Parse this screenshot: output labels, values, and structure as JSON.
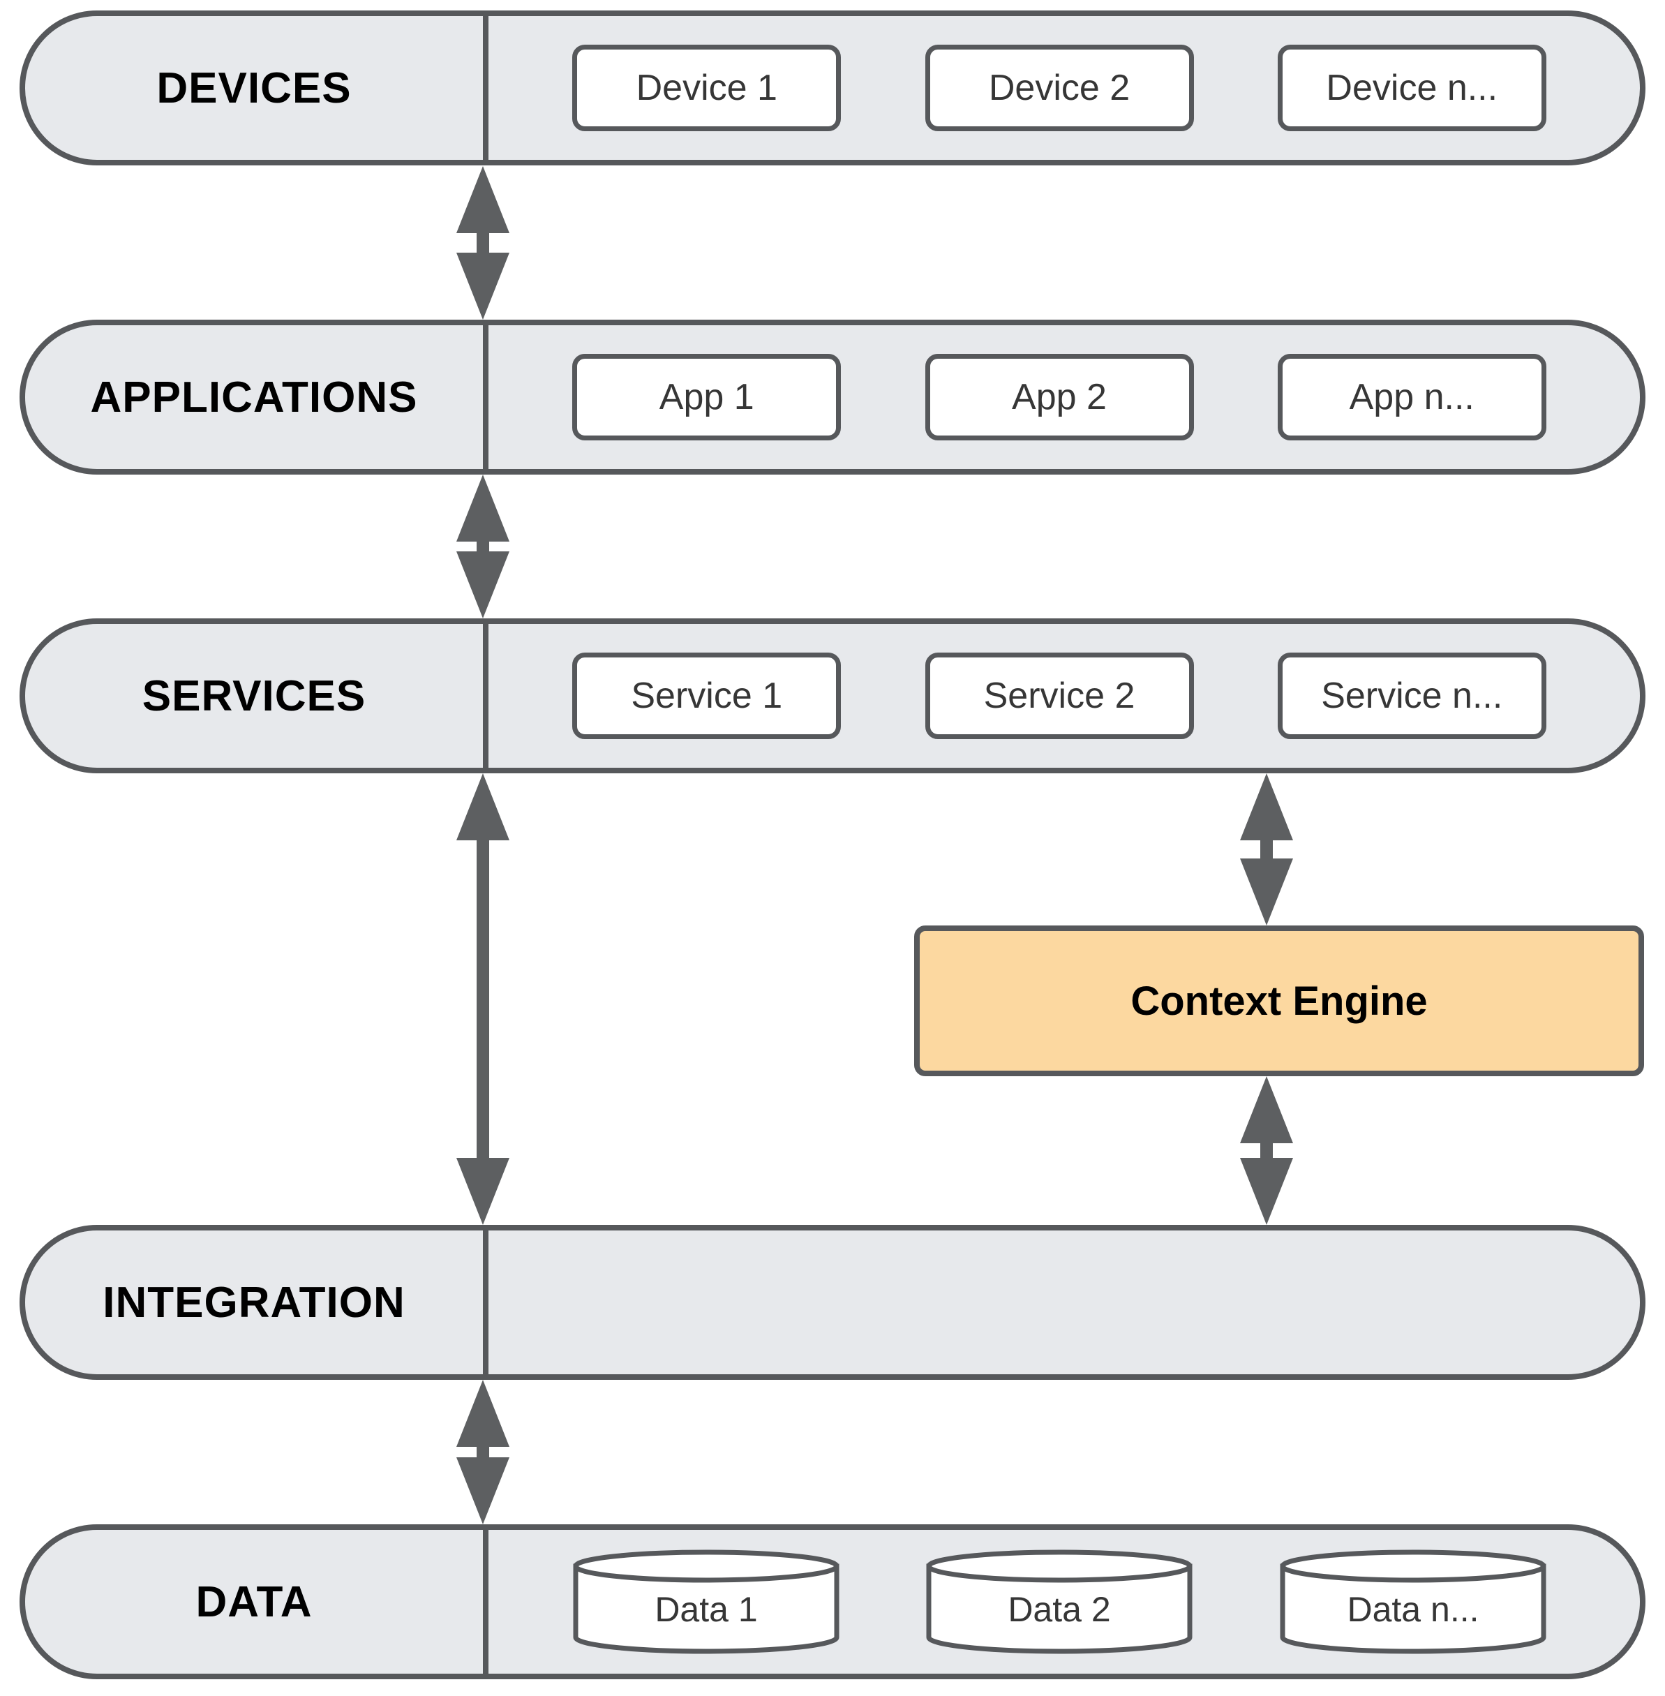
{
  "layers": [
    {
      "id": "devices",
      "label": "DEVICES",
      "items": [
        "Device 1",
        "Device 2",
        "Device n..."
      ]
    },
    {
      "id": "applications",
      "label": "APPLICATIONS",
      "items": [
        "App 1",
        "App 2",
        "App n..."
      ]
    },
    {
      "id": "services",
      "label": "SERVICES",
      "items": [
        "Service 1",
        "Service 2",
        "Service n..."
      ]
    },
    {
      "id": "integration",
      "label": "INTEGRATION",
      "items": []
    },
    {
      "id": "data",
      "label": "DATA",
      "items": [
        "Data 1",
        "Data 2",
        "Data n..."
      ]
    }
  ],
  "context_engine": {
    "label": "Context Engine"
  },
  "connections": [
    {
      "from": "DEVICES",
      "to": "APPLICATIONS",
      "type": "bidirectional"
    },
    {
      "from": "APPLICATIONS",
      "to": "SERVICES",
      "type": "bidirectional"
    },
    {
      "from": "SERVICES",
      "to": "INTEGRATION",
      "type": "bidirectional"
    },
    {
      "from": "SERVICES",
      "to": "Context Engine",
      "type": "bidirectional"
    },
    {
      "from": "Context Engine",
      "to": "INTEGRATION",
      "type": "bidirectional"
    },
    {
      "from": "INTEGRATION",
      "to": "DATA",
      "type": "bidirectional"
    }
  ],
  "colors": {
    "layer_fill": "#e7e9ec",
    "border": "#56585b",
    "arrow": "#5d5f61",
    "context_engine_fill": "#fcd8a0",
    "item_fill": "#ffffff",
    "label_text": "#000000",
    "item_text": "#363636"
  }
}
